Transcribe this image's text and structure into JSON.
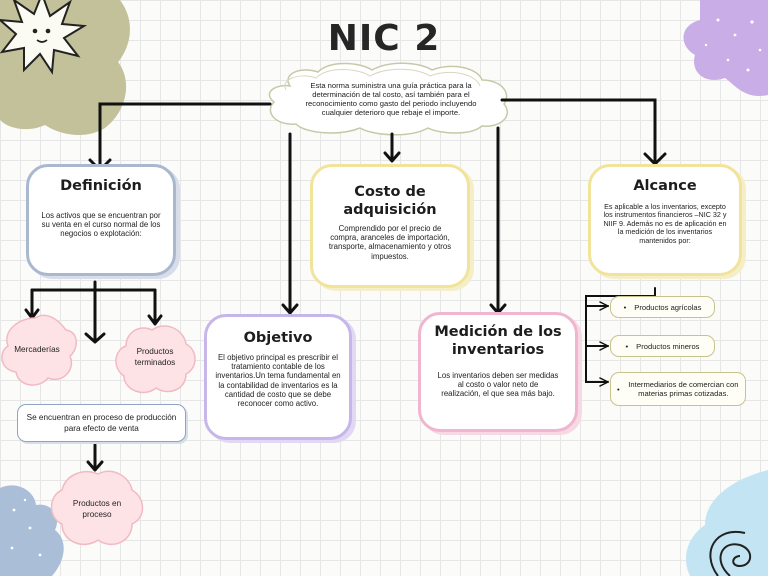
{
  "title": "NIC 2",
  "intro": "Esta norma suministra una guía práctica para la determinación de tal costo, así también para el reconocimiento como gasto del periodo incluyendo cualquier deterioro que rebaje el importe.",
  "definicion": {
    "title": "Definición",
    "body": "Los activos que se encuentran por su venta en el curso normal de los negocios o explotación:",
    "items": [
      "Mercaderías",
      "Productos terminados"
    ],
    "process": "Se encuentran en proceso de producción para efecto de venta",
    "process_item": "Productos en proceso"
  },
  "costo": {
    "title": "Costo de adquisición",
    "body": "Comprendido por el precio de compra, aranceles de importación, transporte, almacenamiento y otros impuestos."
  },
  "objetivo": {
    "title": "Objetivo",
    "body": "El objetivo principal es prescribir el tratamiento contable de los inventarios.Un tema fundamental en la contabilidad de inventarios es la cantidad de costo que se debe reconocer como activo."
  },
  "medicion": {
    "title": "Medición de los inventarios",
    "body": "Los inventarios deben ser medidas al costo o valor neto de realización, el que sea más bajo."
  },
  "alcance": {
    "title": "Alcance",
    "body": "Es aplicable a los inventarios, excepto los instrumentos financieros –NIC 32 y NIIF 9. Además no es de aplicación en la medición de los inventarios mantenidos por:",
    "items": [
      "Productos agrícolas",
      "Productos mineros",
      "Intermediarios de comercian con materias primas cotizadas."
    ]
  },
  "colors": {
    "definicion_border": "#a9b8cf",
    "costo_border": "#f1e49a",
    "objetivo_border": "#c7b6ea",
    "medicion_border": "#f1b6cf",
    "alcance_border": "#f1e49a",
    "blob_pink": "#f7c9cf",
    "deco_olive": "#b9b98a",
    "deco_lilac": "#c9a9e6",
    "deco_blue": "#a9bdd8",
    "deco_sky": "#bfe3f2"
  }
}
